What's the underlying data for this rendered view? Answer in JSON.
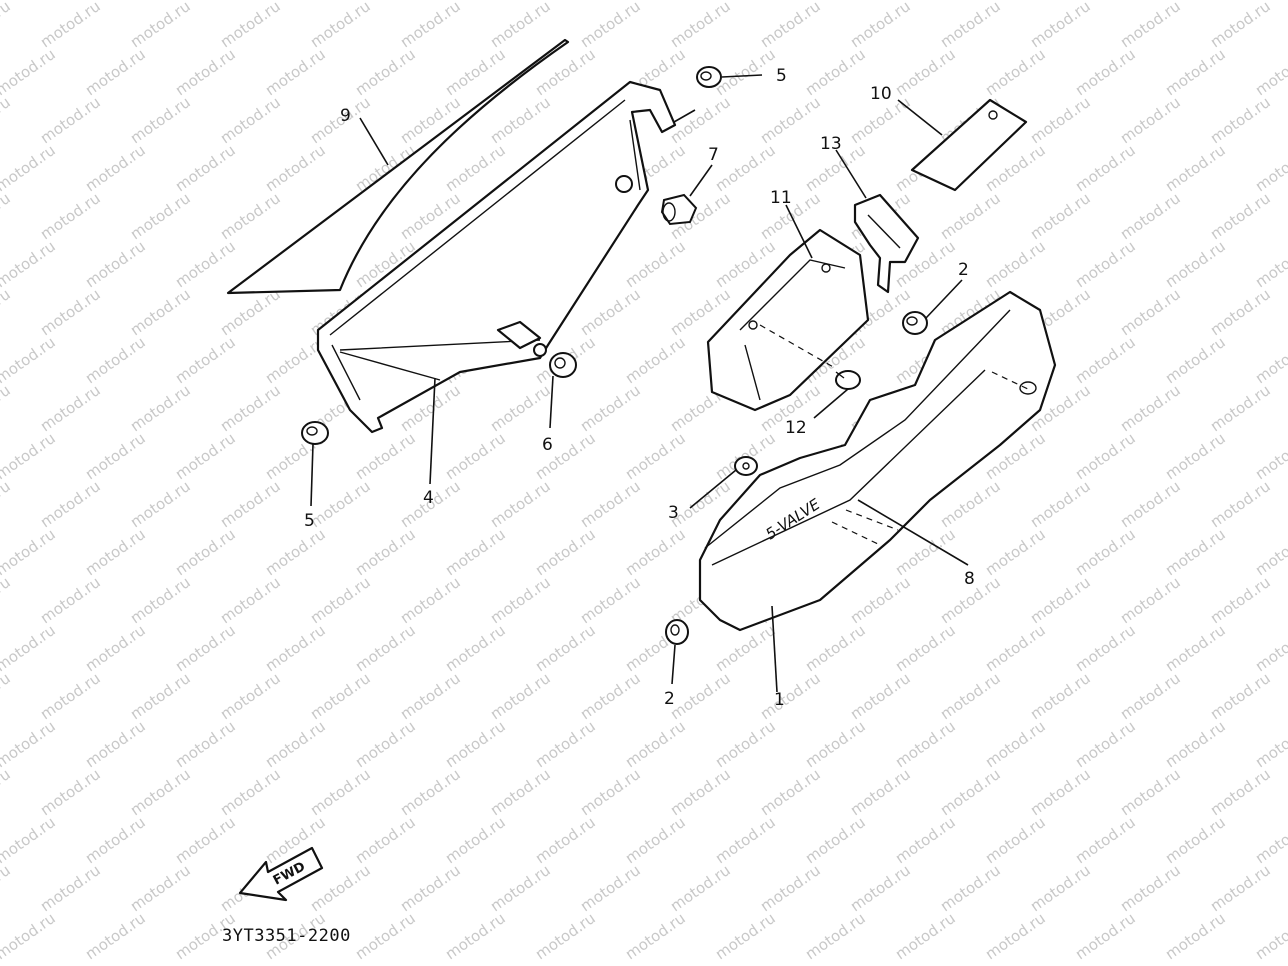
{
  "watermark": "motod.ru",
  "catalog_number": "3YT3351-2200",
  "fwd_label": "FWD",
  "decal_text": "5-VALVE",
  "callouts": [
    {
      "id": "c9",
      "label": "9"
    },
    {
      "id": "c5a",
      "label": "5"
    },
    {
      "id": "c7",
      "label": "7"
    },
    {
      "id": "c10",
      "label": "10"
    },
    {
      "id": "c13",
      "label": "13"
    },
    {
      "id": "c11",
      "label": "11"
    },
    {
      "id": "c2a",
      "label": "2"
    },
    {
      "id": "c12",
      "label": "12"
    },
    {
      "id": "c6",
      "label": "6"
    },
    {
      "id": "c4",
      "label": "4"
    },
    {
      "id": "c5b",
      "label": "5"
    },
    {
      "id": "c3",
      "label": "3"
    },
    {
      "id": "c8",
      "label": "8"
    },
    {
      "id": "c2b",
      "label": "2"
    },
    {
      "id": "c1",
      "label": "1"
    }
  ]
}
